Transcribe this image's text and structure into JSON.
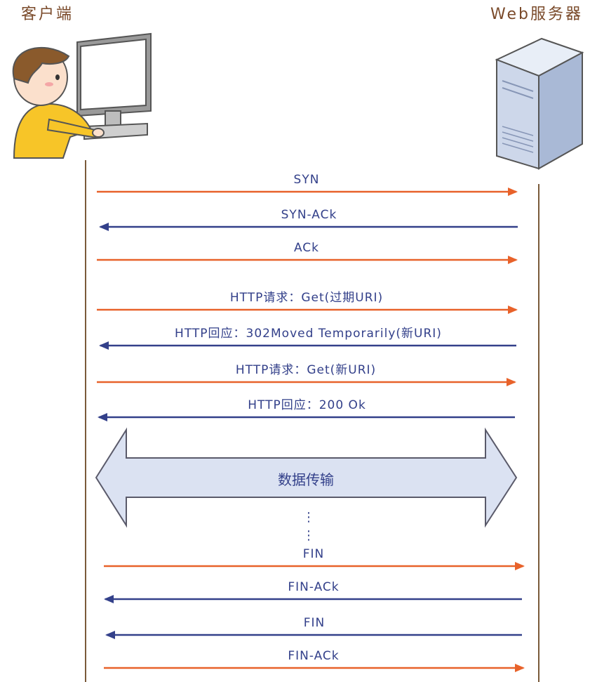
{
  "participants": {
    "client": "客户端",
    "server": "Web服务器"
  },
  "messages": [
    {
      "label": "SYN",
      "direction": "right",
      "color": "#e8622a"
    },
    {
      "label": "SYN-ACk",
      "direction": "left",
      "color": "#33408a"
    },
    {
      "label": "ACk",
      "direction": "right",
      "color": "#e8622a"
    },
    {
      "label": "HTTP请求：Get(过期URI)",
      "direction": "right",
      "color": "#e8622a"
    },
    {
      "label": "HTTP回应：302Moved Temporarily(新URI)",
      "direction": "left",
      "color": "#33408a"
    },
    {
      "label": "HTTP请求：Get(新URI)",
      "direction": "right",
      "color": "#e8622a"
    },
    {
      "label": "HTTP回应：200 Ok",
      "direction": "left",
      "color": "#33408a"
    },
    {
      "label": "FIN",
      "direction": "right",
      "color": "#e8622a"
    },
    {
      "label": "FIN-ACk",
      "direction": "left",
      "color": "#33408a"
    },
    {
      "label": "FIN",
      "direction": "left",
      "color": "#33408a"
    },
    {
      "label": "FIN-ACk",
      "direction": "right",
      "color": "#e8622a"
    }
  ],
  "transfer": {
    "label": "数据传输",
    "fill": "#dbe2f2",
    "stroke": "#5a5a6a"
  },
  "continuation": "⋮\n⋮",
  "colors": {
    "request": "#e8622a",
    "response": "#33408a",
    "lifeline": "#7a5a3a",
    "text": "#33408a"
  }
}
